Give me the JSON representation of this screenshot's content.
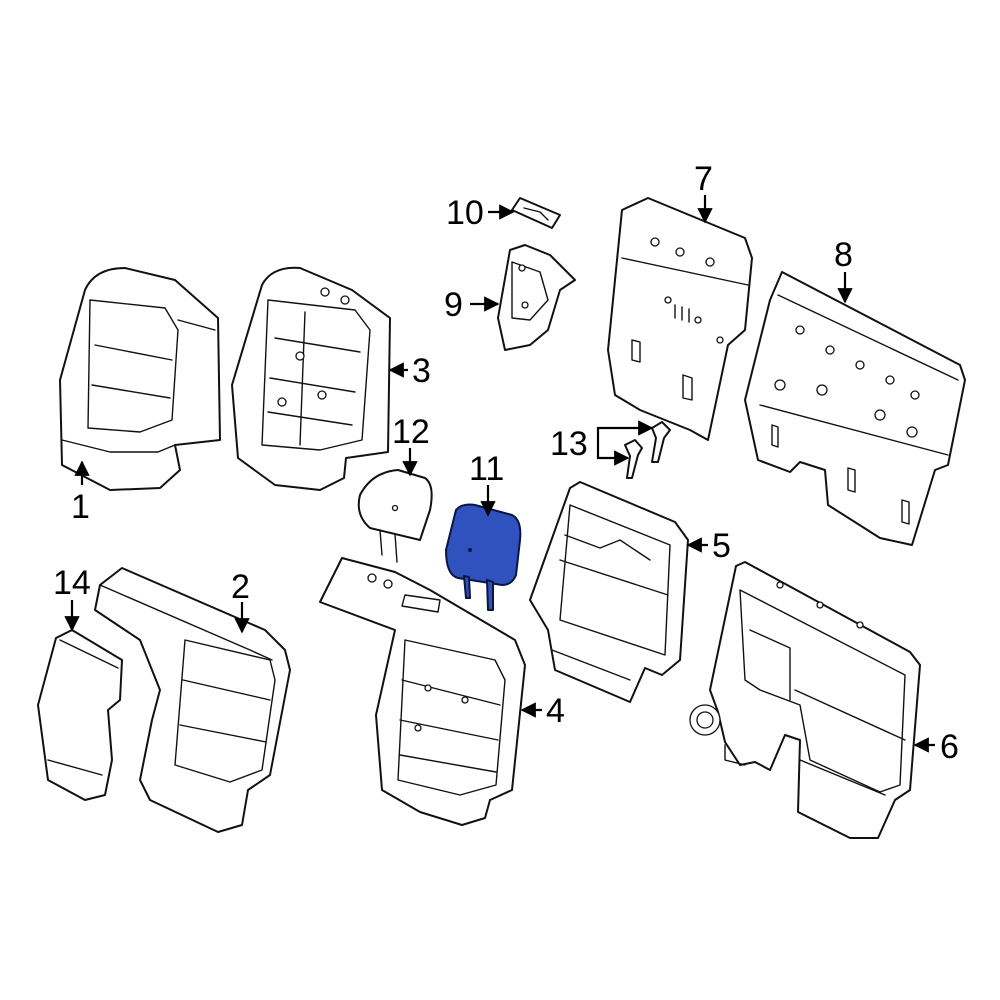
{
  "diagram": {
    "highlight_color": "#2f52bf",
    "line_color": "#111111",
    "highlighted_part": "11",
    "callouts": {
      "c1": "1",
      "c2": "2",
      "c3": "3",
      "c4": "4",
      "c5": "5",
      "c6": "6",
      "c7": "7",
      "c8": "8",
      "c9": "9",
      "c10": "10",
      "c11": "11",
      "c12": "12",
      "c13": "13",
      "c14": "14"
    }
  }
}
